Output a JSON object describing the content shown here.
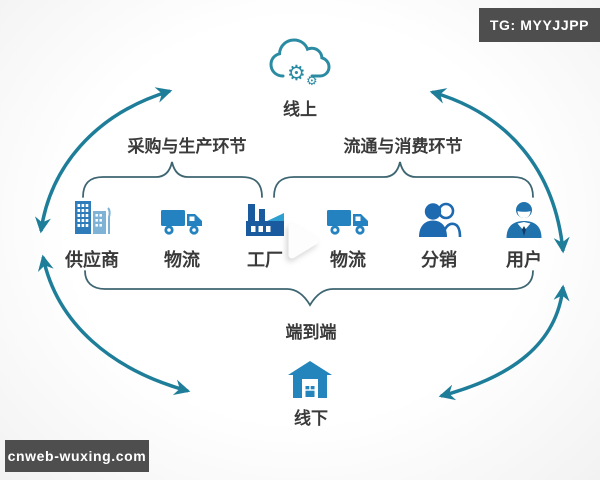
{
  "watermarks": {
    "top_right": "TG: MYYJJPP",
    "bottom_left": "cnweb-wuxing.com"
  },
  "online": {
    "label": "线上",
    "icon": "cloud-gears-icon"
  },
  "offline": {
    "label": "线下",
    "icon": "warehouse-icon"
  },
  "groups": {
    "procurement_production": "采购与生产环节",
    "circulation_consumption": "流通与消费环节",
    "end_to_end": "端到端"
  },
  "chain": {
    "items": [
      {
        "label": "供应商",
        "icon": "buildings-icon"
      },
      {
        "label": "物流",
        "icon": "truck-icon"
      },
      {
        "label": "工厂",
        "icon": "factory-icon"
      },
      {
        "label": "物流",
        "icon": "truck-icon"
      },
      {
        "label": "分销",
        "icon": "people-icon"
      },
      {
        "label": "用户",
        "icon": "businessman-icon"
      }
    ]
  },
  "media": {
    "play_overlay": "play-icon"
  },
  "colors": {
    "arc_teal": "#1e7e99",
    "brace": "#3e6672",
    "icon_blue": "#2679b8",
    "icon_dark_blue": "#1a5a9e",
    "icon_light_blue": "#7fb3d6",
    "badge_bg": "#4e4e4e",
    "text": "#3a3a3a"
  }
}
